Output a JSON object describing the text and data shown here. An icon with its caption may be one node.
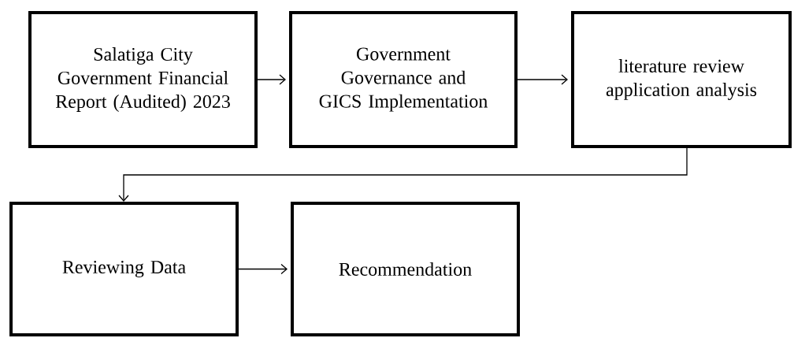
{
  "diagram": {
    "nodes": [
      {
        "text": [
          "Salatiga City Government Financial Report (Audited) 2023"
        ]
      },
      {
        "text": [
          "Government Governance and GICS Implementation"
        ]
      },
      {
        "text": [
          "literature review application analysis"
        ]
      },
      {
        "text": [
          "Reviewing Data"
        ]
      },
      {
        "text": [
          "Recommendation"
        ]
      }
    ],
    "edges": [
      {
        "from": 0,
        "to": 1,
        "arrow": "to"
      },
      {
        "from": 1,
        "to": 2,
        "arrow": "to"
      },
      {
        "from": 2,
        "to": 3,
        "arrow": "to"
      },
      {
        "from": 3,
        "to": 4,
        "arrow": "to"
      }
    ]
  }
}
